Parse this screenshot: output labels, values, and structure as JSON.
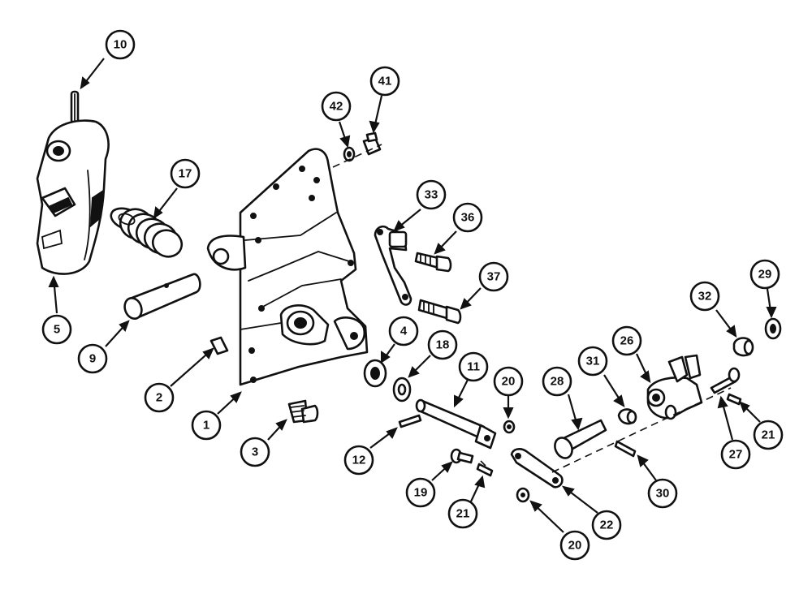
{
  "callouts": [
    {
      "id": "c10",
      "label": "10"
    },
    {
      "id": "c17",
      "label": "17"
    },
    {
      "id": "c5",
      "label": "5"
    },
    {
      "id": "c9",
      "label": "9"
    },
    {
      "id": "c2",
      "label": "2"
    },
    {
      "id": "c1",
      "label": "1"
    },
    {
      "id": "c3",
      "label": "3"
    },
    {
      "id": "c42",
      "label": "42"
    },
    {
      "id": "c41",
      "label": "41"
    },
    {
      "id": "c33",
      "label": "33"
    },
    {
      "id": "c36",
      "label": "36"
    },
    {
      "id": "c37",
      "label": "37"
    },
    {
      "id": "c4",
      "label": "4"
    },
    {
      "id": "c18",
      "label": "18"
    },
    {
      "id": "c11",
      "label": "11"
    },
    {
      "id": "c20a",
      "label": "20"
    },
    {
      "id": "c12",
      "label": "12"
    },
    {
      "id": "c19",
      "label": "19"
    },
    {
      "id": "c21a",
      "label": "21"
    },
    {
      "id": "c20b",
      "label": "20"
    },
    {
      "id": "c22",
      "label": "22"
    },
    {
      "id": "c28",
      "label": "28"
    },
    {
      "id": "c31",
      "label": "31"
    },
    {
      "id": "c26",
      "label": "26"
    },
    {
      "id": "c32",
      "label": "32"
    },
    {
      "id": "c29",
      "label": "29"
    },
    {
      "id": "c27",
      "label": "27"
    },
    {
      "id": "c21b",
      "label": "21"
    },
    {
      "id": "c30",
      "label": "30"
    }
  ]
}
